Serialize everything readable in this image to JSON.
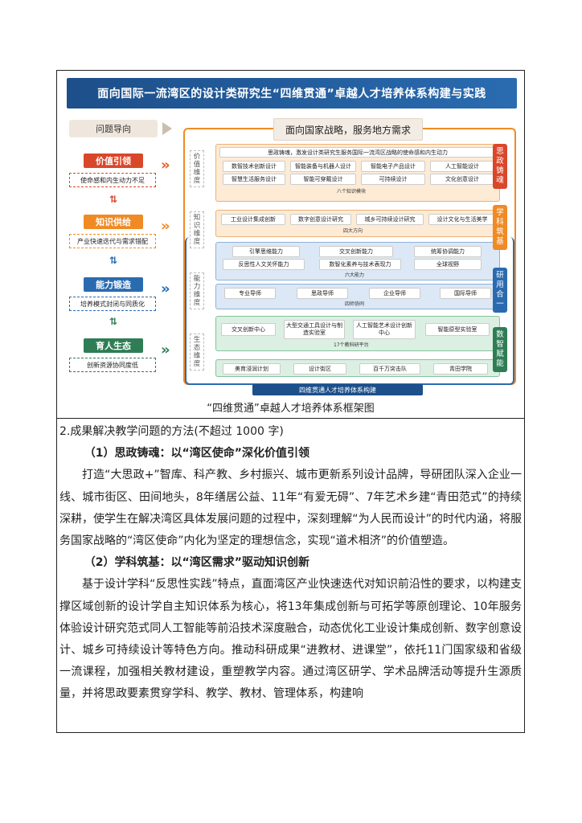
{
  "diagram": {
    "title": "面向国际一流湾区的设计类研究生“四维贯通”卓越人才培养体系构建与实践",
    "problem_label": "问题导向",
    "header": "面向国家战略，服务地方需求",
    "left_cards": [
      {
        "title": "价值引领",
        "desc": "使命感和内生动力不足"
      },
      {
        "title": "知识供给",
        "desc": "产业快速迭代与需求错配"
      },
      {
        "title": "能力锻造",
        "desc": "培养模式封闭与同质化"
      },
      {
        "title": "育人生态",
        "desc": "创新资源协同度低"
      }
    ],
    "dimensions": [
      "价值维度",
      "知识维度",
      "能力维度",
      "生态维度"
    ],
    "value_layer": {
      "top": "思政铸魂，激发设计类研究生服务国际一流湾区战略的使命感和内生动力",
      "items": [
        "数智技术创新设计",
        "智能装备与机器人设计",
        "智能电子产品设计",
        "人工智能设计",
        "智慧生活服务设计",
        "智能可穿戴设计",
        "可持续设计",
        "文化创意设计"
      ],
      "caption": "八个知识模块"
    },
    "knowledge_layer": {
      "items": [
        "工业设计集成创新",
        "数字创意设计研究",
        "城乡可持续设计研究",
        "设计文化与生活美学"
      ],
      "caption": "四大方向"
    },
    "ability_layer": {
      "items": [
        "引擎思维能力",
        "交叉创新能力",
        "统筹协调能力",
        "反思性人文关怀能力",
        "数智化素养与技术表现力",
        "全球视野"
      ],
      "caption": "六大能力"
    },
    "mentor_layer": {
      "items": [
        "专业导师",
        "思政导师",
        "企业导师",
        "国际导师"
      ],
      "caption": "四师协同"
    },
    "platform_layer": {
      "items": [
        "交叉创新中心",
        "大型交通工具设计与制造实验室",
        "人工智能艺术设计创新中心",
        "智能原型实验室"
      ],
      "caption": "17个教科研平台"
    },
    "programs": [
      "美育浸润计划",
      "设计街区",
      "百千万突击队",
      "青田学院"
    ],
    "right_tags": [
      "思政铸魂",
      "学科筑基",
      "研用合一",
      "数智赋能"
    ],
    "bottom_bar": "四维贯通人才培养体系构建",
    "colors": {
      "navy": "#1d4f8a",
      "orange": "#f08a24",
      "red": "#d9472b",
      "green": "#2f7d55",
      "blue": "#2a6bb0"
    }
  },
  "caption": "“四维贯通”卓越人才培养体系框架图",
  "text": {
    "heading": "2.成果解决教学问题的方法(不超过 1000 字)",
    "sec1": "（1）思政铸魂：以“湾区使命”深化价值引领",
    "para1": "打造“大思政+”智库、科产教、乡村振兴、城市更新系列设计品牌，导研团队深入企业一线、城市街区、田间地头，8年缮居公益、11年“有爱无碍”、7年艺术乡建“青田范式”的持续深耕，使学生在解决湾区具体发展问题的过程中，深刻理解“为人民而设计”的时代内涵，将服务国家战略的“湾区使命”内化为坚定的理想信念，实现“道术相济”的价值塑造。",
    "sec2": "（2）学科筑基：以“湾区需求”驱动知识创新",
    "para2": "基于设计学科“反思性实践”特点，直面湾区产业快速迭代对知识前沿性的要求，以构建支撑区域创新的设计学自主知识体系为核心，将13年集成创新与可拓学等原创理论、10年服务体验设计研究范式同人工智能等前沿技术深度融合，动态优化工业设计集成创新、数字创意设计、城乡可持续设计等特色方向。推动科研成果“进教材、进课堂”，依托11门国家级和省级一流课程，加强相关教材建设，重塑教学内容。通过湾区研学、学术品牌活动等提升生源质量，并将思政要素贯穿学科、教学、教材、管理体系，构建响"
  }
}
